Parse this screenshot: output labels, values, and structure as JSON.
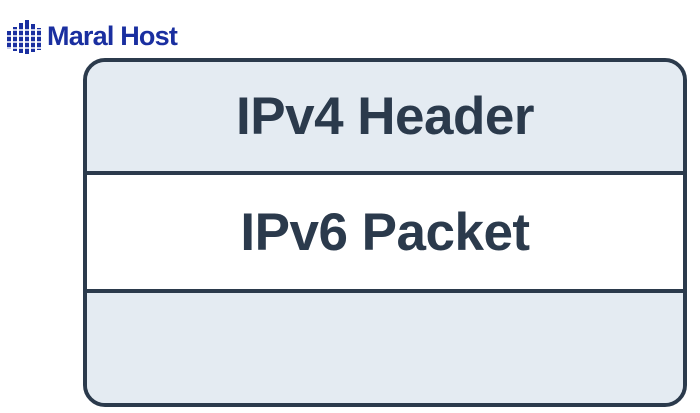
{
  "brand": {
    "name": "Maral Host",
    "color": "#1a2fa0"
  },
  "diagram": {
    "layers": [
      {
        "label": "IPv4 Header"
      },
      {
        "label": "IPv6 Packet"
      },
      {
        "label": ""
      }
    ],
    "colors": {
      "border": "#2b3a4c",
      "shaded_fill": "#e4ebf2",
      "plain_fill": "#ffffff",
      "text": "#2b3a4c"
    }
  }
}
